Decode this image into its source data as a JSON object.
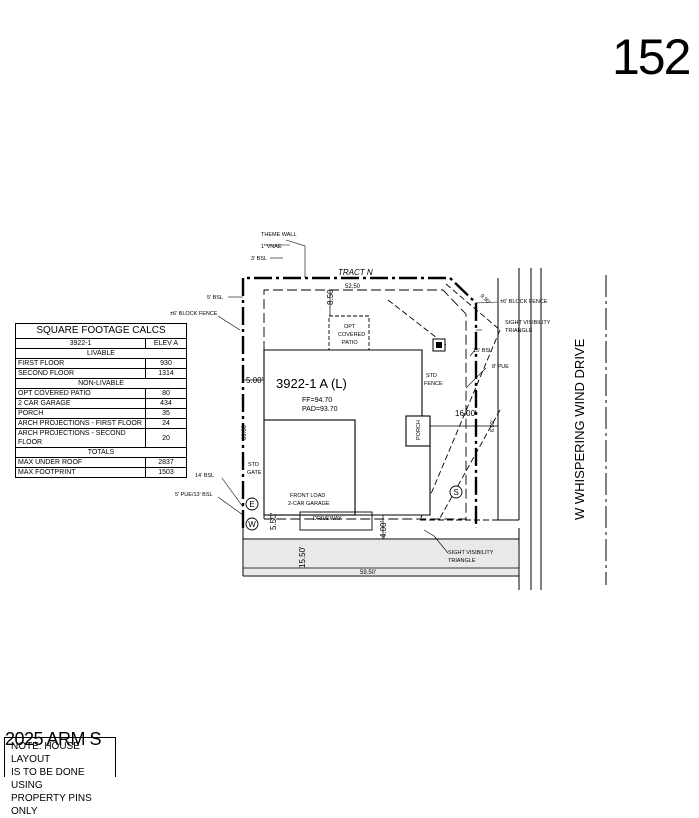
{
  "lot_number": "152",
  "street_name": "W WHISPERING WIND DRIVE",
  "tract_label": "TRACT N",
  "plan_label": "3922-1 A (L)",
  "ff": "FF=94.70",
  "pad": "PAD=93.70",
  "square_footage": {
    "title": "SQUARE FOOTAGE CALCS",
    "plan": "3922-1",
    "elevation": "ELEV A",
    "livable_header": "LIVABLE",
    "livable": [
      {
        "label": "FIRST FLOOR",
        "value": "930"
      },
      {
        "label": "SECOND FLOOR",
        "value": "1314"
      }
    ],
    "non_livable_header": "NON-LIVABLE",
    "non_livable": [
      {
        "label": "OPT COVERED PATIO",
        "value": "80"
      },
      {
        "label": "2 CAR GARAGE",
        "value": "434"
      },
      {
        "label": "PORCH",
        "value": "35"
      },
      {
        "label": "ARCH PROJECTIONS - FIRST FLOOR",
        "value": "24"
      },
      {
        "label": "ARCH PROJECTIONS - SECOND FLOOR",
        "value": "20"
      }
    ],
    "totals_header": "TOTALS",
    "totals": [
      {
        "label": "MAX UNDER ROOF",
        "value": "2837"
      },
      {
        "label": "MAX FOOTPRINT",
        "value": "1503"
      }
    ]
  },
  "annotations": {
    "theme_wall": "THEME WALL",
    "vnae": "1' VNAE",
    "bsl_3": "3' BSL",
    "bsl_5": "5' BSL",
    "block_fence_left": "±6' BLOCK FENCE",
    "block_fence_right": "±6' BLOCK FENCE",
    "sight_visibility_top": "SIGHT VISIBILITY",
    "triangle_top": "TRIANGLE",
    "bsl_15": "15' BSL",
    "pue_8": "8' PUE",
    "std_fence": "STD",
    "std_fence_2": "FENCE",
    "std_gate": "STD",
    "std_gate_2": "GATE",
    "bsl_14": "14' BSL",
    "pue_bsl": "5' PUE/13' BSL",
    "opt_covered_patio_1": "OPT",
    "opt_covered_patio_2": "COVERED",
    "opt_covered_patio_3": "PATIO",
    "porch": "PORCH",
    "front_load_1": "FRONT LOAD",
    "front_load_2": "2-CAR GARAGE",
    "driveway": "DRIVEWAY",
    "sight_visibility_bottom": "SIGHT VISIBILITY",
    "triangle_bottom": "TRIANGLE"
  },
  "dimensions": {
    "top": "52.50",
    "depth_top": "8.50",
    "left_setback": "5.00'",
    "left_side": "69.00",
    "right_setback": "16.00'",
    "bottom_front": "5.50'",
    "bottom_drive": "4.00'",
    "bottom_depth": "15.50'",
    "bottom_width": "59.50'",
    "diagonal": "9.90'",
    "right_small": "6.00'"
  },
  "markers": {
    "e": "E",
    "w": "W",
    "s": "S"
  },
  "note": {
    "line1": "NOTE: HOUSE LAYOUT",
    "line2": "IS TO BE DONE USING",
    "line3": "PROPERTY PINS ONLY"
  },
  "copyright": "2025 ARM S"
}
